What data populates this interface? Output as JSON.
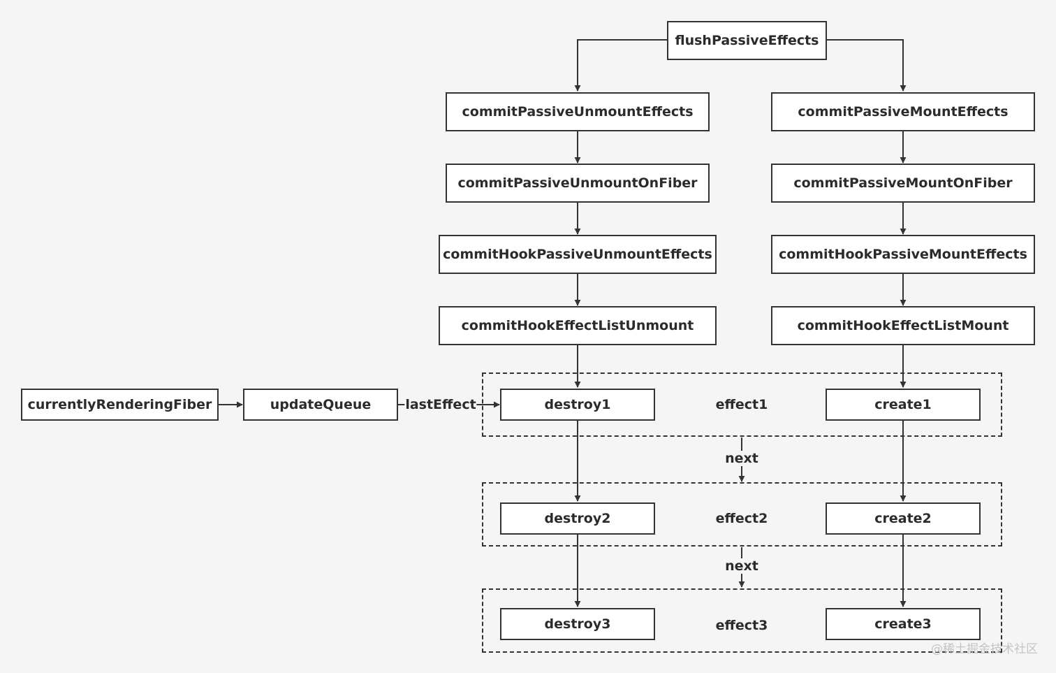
{
  "nodes": {
    "flush": "flushPassiveEffects",
    "unmount_effects": "commitPassiveUnmountEffects",
    "unmount_on_fiber": "commitPassiveUnmountOnFiber",
    "hook_unmount_effects": "commitHookPassiveUnmountEffects",
    "list_unmount": "commitHookEffectListUnmount",
    "mount_effects": "commitPassiveMountEffects",
    "mount_on_fiber": "commitPassiveMountOnFiber",
    "hook_mount_effects": "commitHookPassiveMountEffects",
    "list_mount": "commitHookEffectListMount",
    "fiber": "currentlyRenderingFiber",
    "update_queue": "updateQueue"
  },
  "effects": [
    {
      "label": "effect1",
      "destroy": "destroy1",
      "create": "create1"
    },
    {
      "label": "effect2",
      "destroy": "destroy2",
      "create": "create2"
    },
    {
      "label": "effect3",
      "destroy": "destroy3",
      "create": "create3"
    }
  ],
  "edge_labels": {
    "last_effect": "lastEffect",
    "next_1": "next",
    "next_2": "next"
  },
  "watermark": "@稀土掘金技术社区",
  "colors": {
    "stroke": "#333333",
    "box_fill": "#ffffff",
    "background": "#f5f5f5",
    "text": "#2b2b2b"
  }
}
